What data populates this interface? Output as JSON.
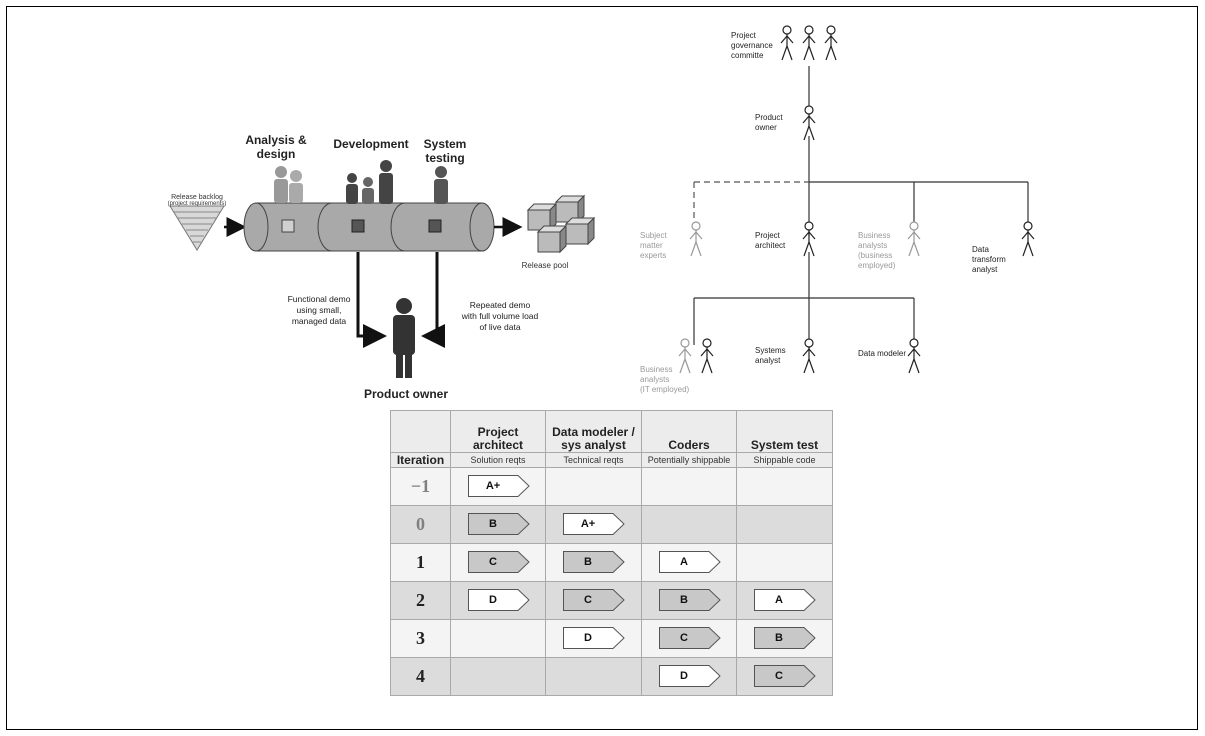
{
  "pipeline": {
    "backlog_label_line1": "Release backlog",
    "backlog_label_line2": "(project requirements)",
    "stages": [
      "Analysis &",
      "design",
      "Development",
      "System",
      "testing"
    ],
    "release_pool_label": "Release pool",
    "functional_demo": [
      "Functional demo",
      "using small,",
      "managed data"
    ],
    "repeated_demo": [
      "Repeated demo",
      "with full volume load",
      "of live data"
    ],
    "product_owner_label": "Product owner"
  },
  "org_chart": {
    "governance": [
      "Project",
      "governance",
      "committe"
    ],
    "product_owner": [
      "Product",
      "owner"
    ],
    "sme": [
      "Subject",
      "matter",
      "experts"
    ],
    "project_architect": [
      "Project",
      "architect"
    ],
    "business_analysts_business": [
      "Business",
      "analysts",
      "(business",
      "employed)"
    ],
    "data_transform": [
      "Data",
      "transform",
      "analyst"
    ],
    "business_analysts_it": [
      "Business",
      "analysts",
      "(IT employed)"
    ],
    "systems_analyst": [
      "Systems",
      "analyst"
    ],
    "data_modeler": "Data modeler"
  },
  "table": {
    "iteration_header": "Iteration",
    "columns": [
      {
        "title1": "Project",
        "title2": "architect",
        "sub": "Solution reqts"
      },
      {
        "title1": "Data modeler /",
        "title2": "sys analyst",
        "sub": "Technical reqts"
      },
      {
        "title1": "",
        "title2": "Coders",
        "sub": "Potentially shippable"
      },
      {
        "title1": "",
        "title2": "System test",
        "sub": "Shippable code"
      }
    ],
    "rows": [
      {
        "iteration": "−1",
        "cells": [
          "A+",
          "",
          "",
          ""
        ]
      },
      {
        "iteration": "0",
        "cells": [
          "B",
          "A+",
          "",
          ""
        ]
      },
      {
        "iteration": "1",
        "cells": [
          "C",
          "B",
          "A",
          ""
        ]
      },
      {
        "iteration": "2",
        "cells": [
          "D",
          "C",
          "B",
          "A"
        ]
      },
      {
        "iteration": "3",
        "cells": [
          "",
          "D",
          "C",
          "B"
        ]
      },
      {
        "iteration": "4",
        "cells": [
          "",
          "",
          "D",
          "C"
        ]
      }
    ]
  }
}
